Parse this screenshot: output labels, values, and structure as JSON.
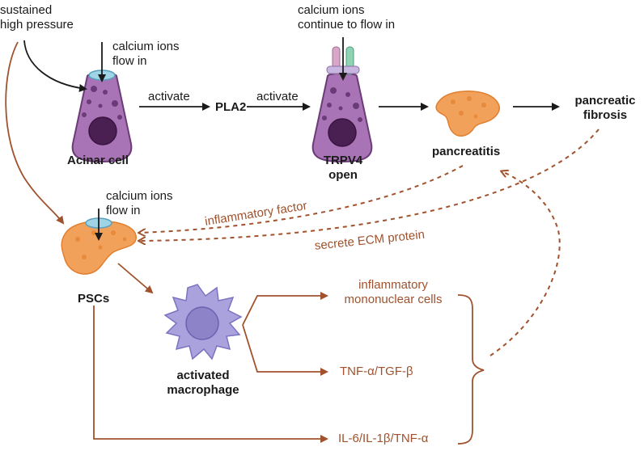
{
  "labels": {
    "sustained_pressure_line1": "sustained",
    "sustained_pressure_line2": "high pressure",
    "calcium_flow_in_1_line1": "calcium ions",
    "calcium_flow_in_1_line2": "flow in",
    "calcium_continue_line1": "calcium ions",
    "calcium_continue_line2": "continue to flow in",
    "activate_1": "activate",
    "activate_2": "activate",
    "pla2": "PLA2",
    "acinar_cell": "Acinar cell",
    "trpv4_line1": "TRPV4",
    "trpv4_line2": "open",
    "pancreatitis": "pancreatitis",
    "fibrosis_line1": "pancreatic",
    "fibrosis_line2": "fibrosis",
    "calcium_flow_in_2_line1": "calcium ions",
    "calcium_flow_in_2_line2": "flow in",
    "inflammatory_factor": "inflammatory factor",
    "secrete_ecm": "secrete ECM protein",
    "pscs": "PSCs",
    "macrophage_line1": "activated",
    "macrophage_line2": "macrophage",
    "mononuclear_line1": "inflammatory",
    "mononuclear_line2": "mononuclear cells",
    "tnf_tgf": "TNF-α/TGF-β",
    "il_cytokines": "IL-6/IL-1β/TNF-α"
  },
  "colors": {
    "black_arrow": "#1a1a1a",
    "brown_arrow": "#a0522d",
    "acinar_fill": "#a974b6",
    "acinar_dark": "#6b3b78",
    "nucleus": "#4a1f52",
    "pancreas": "#f2a15a",
    "pancreas_dark": "#e07f2f",
    "macrophage": "#a9a2dc",
    "macrophage_nucleus": "#8c83c9",
    "channel_blue": "#9fd3e6",
    "channel_pink": "#d8a6c9",
    "channel_green": "#8fd3b4"
  }
}
